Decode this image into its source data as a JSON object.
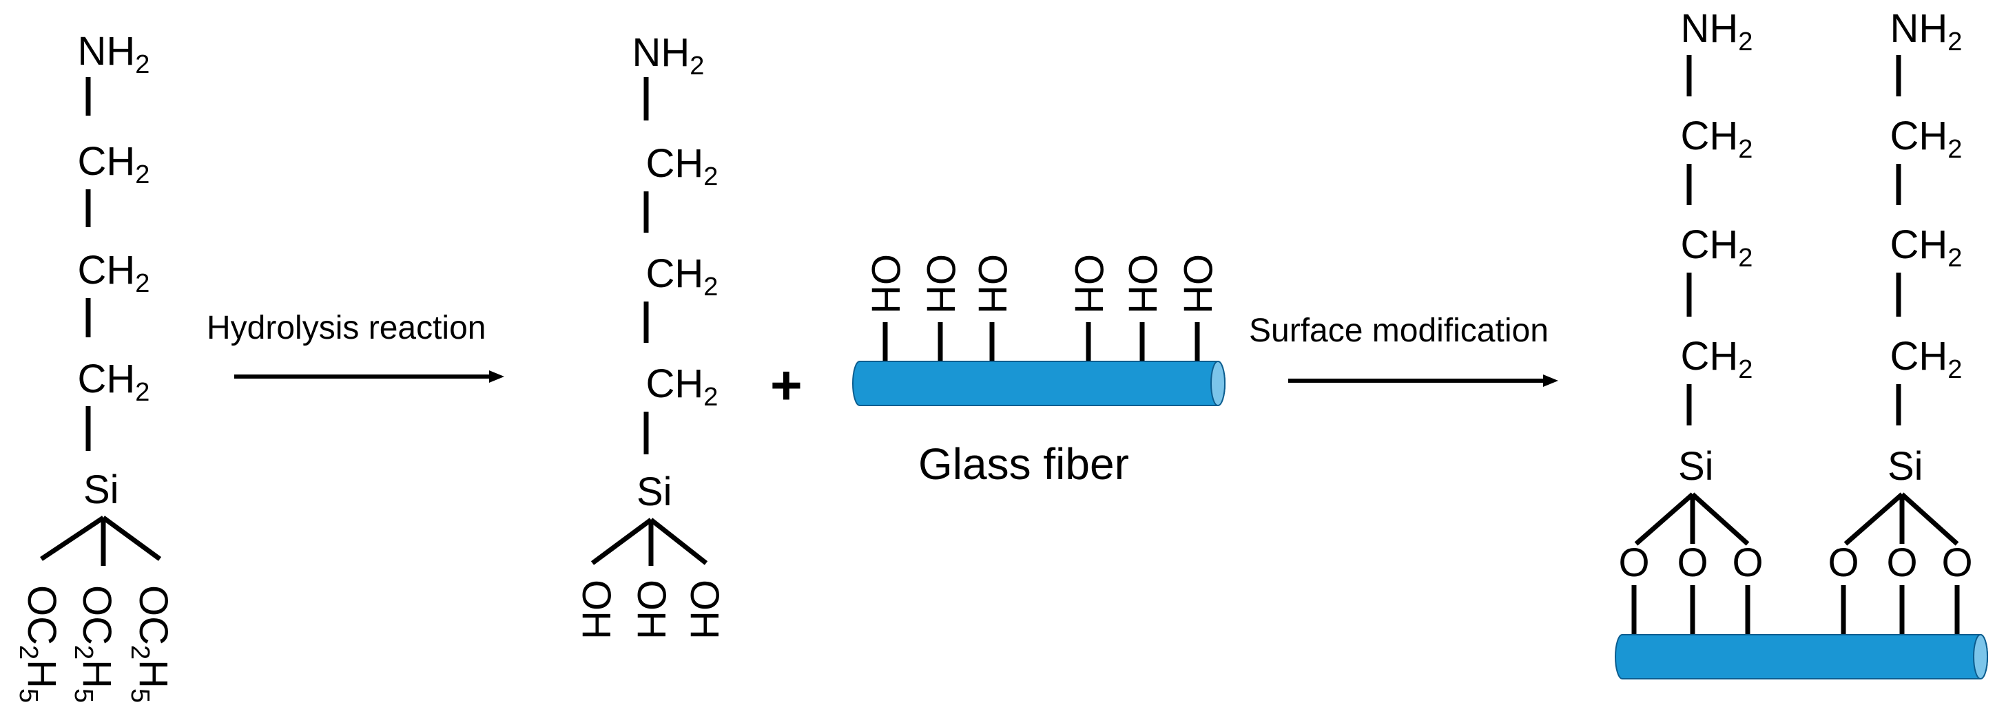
{
  "labels": {
    "amine": "NH",
    "methylene": "CH",
    "silicon": "Si",
    "oxygen": "O",
    "hydroxyl": "OH",
    "ethoxy": "OC",
    "ethyl_h": "H",
    "sub_2": "2",
    "sub_5": "5",
    "plus": "+"
  },
  "arrows": {
    "hydrolysis": "Hydrolysis reaction",
    "surface": "Surface modification"
  },
  "substrate": {
    "name": "Glass fiber",
    "fill": "#1a96d4",
    "stroke": "#0b5d8f"
  }
}
